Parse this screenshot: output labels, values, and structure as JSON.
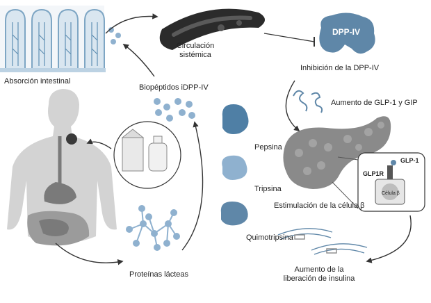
{
  "labels": {
    "intestinal_absorption": "Absorción intestinal",
    "systemic_circulation_line1": "Circulación",
    "systemic_circulation_line2": "sistémica",
    "dpp4": "DPP-IV",
    "dpp4_inhibition": "Inhibición de la DPP-IV",
    "glp_increase": "Aumento de GLP-1 y GIP",
    "biopeptides": "Biopéptidos iDPP-IV",
    "pepsin": "Pepsina",
    "trypsin": "Tripsina",
    "chymotrypsin": "Quimotripsina",
    "milk_proteins": "Proteínas lácteas",
    "beta_cell_stimulation": "Estimulación de la célula β",
    "glp1": "GLP-1",
    "glp1r": "GLP1R",
    "beta_cell": "Célula β",
    "insulin_release_line1": "Aumento de la",
    "insulin_release_line2": "liberación de insulina"
  },
  "colors": {
    "intestine_blue": "#7ea6c4",
    "enzyme_blue": "#4f7fa5",
    "peptide_blue": "#8fb1cf",
    "vessel_dark": "#2b2b2b",
    "organ_gray": "#8a8a8a",
    "arrow": "#333333"
  }
}
